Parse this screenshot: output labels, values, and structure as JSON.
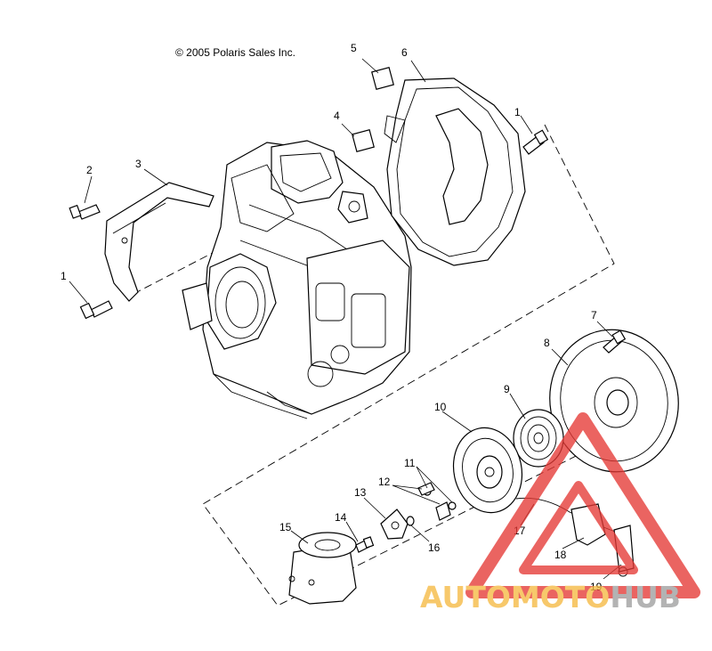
{
  "copyright": "© 2005 Polaris Sales Inc.",
  "callouts": [
    {
      "id": "c5",
      "label": "5"
    },
    {
      "id": "c6",
      "label": "6"
    },
    {
      "id": "c4",
      "label": "4"
    },
    {
      "id": "c1a",
      "label": "1"
    },
    {
      "id": "c2",
      "label": "2"
    },
    {
      "id": "c3",
      "label": "3"
    },
    {
      "id": "c1b",
      "label": "1"
    },
    {
      "id": "c7",
      "label": "7"
    },
    {
      "id": "c8",
      "label": "8"
    },
    {
      "id": "c9",
      "label": "9"
    },
    {
      "id": "c10",
      "label": "10"
    },
    {
      "id": "c11",
      "label": "11"
    },
    {
      "id": "c12",
      "label": "12"
    },
    {
      "id": "c13",
      "label": "13"
    },
    {
      "id": "c14",
      "label": "14"
    },
    {
      "id": "c15",
      "label": "15"
    },
    {
      "id": "c16",
      "label": "16"
    },
    {
      "id": "c17",
      "label": "17"
    },
    {
      "id": "c18",
      "label": "18"
    },
    {
      "id": "c19",
      "label": "19"
    }
  ],
  "watermark": {
    "text_a": "AUTOMOTO",
    "text_b": "HUB",
    "color_a": "#f5b942",
    "color_b": "#9e9e9e",
    "triangle_color": "#e53935"
  }
}
